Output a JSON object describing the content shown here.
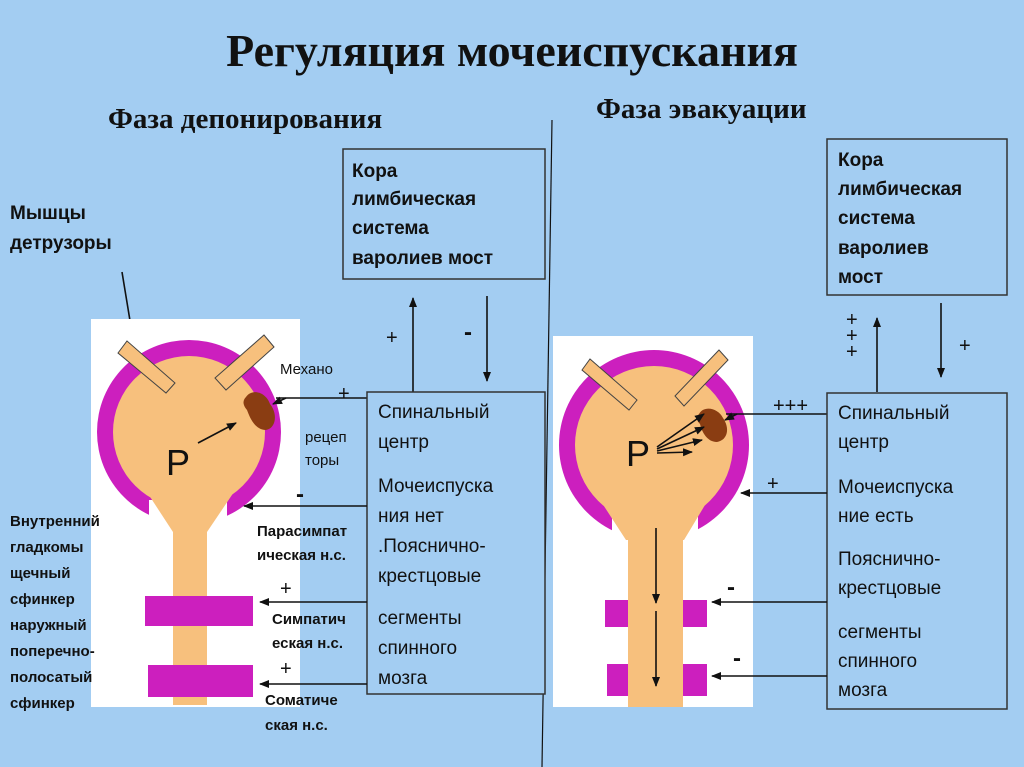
{
  "title": "Регуляция мочеиспускания",
  "left": {
    "phase": "Фаза депонирования",
    "detrusor": [
      "Мышцы",
      "детрузоры"
    ],
    "cortex": [
      "Кора",
      "лимбическая",
      "система",
      "варолиев мост"
    ],
    "up_sign": "+",
    "down_sign": "-",
    "bladder_letter": "Р",
    "mechano": "Механо",
    "mechano_plus": "+",
    "receptors": [
      "рецеп",
      "торы"
    ],
    "minus_para": "-",
    "para": [
      "Парасимпат",
      "ическая н.с."
    ],
    "plus_symp": "+",
    "symp": [
      "Симпатич",
      "еская н.с."
    ],
    "plus_som": "+",
    "som": [
      "Соматиче",
      "ская н.с."
    ],
    "sphincters": [
      "Внутренний",
      "гладкомы",
      "щечный",
      "сфинкер",
      "наружный",
      "поперечно-",
      "полосатый",
      "сфинкер"
    ],
    "spinal": [
      "Спинальный",
      "центр",
      "Мочеиспуска",
      "ния нет",
      ".Пояснично-",
      "крестцовые",
      "сегменты",
      "спинного",
      "мозга"
    ]
  },
  "right": {
    "phase": "Фаза эвакуации",
    "cortex": [
      "Кора",
      "лимбическая",
      "система",
      "варолиев",
      "мост"
    ],
    "up_signs": [
      "+",
      "+",
      "+"
    ],
    "down_sign": "+",
    "bladder_letter": "Р",
    "plus3": "+++",
    "plus1": "+",
    "minus1": "-",
    "minus2": "-",
    "spinal": [
      "Спинальный",
      "центр",
      "Мочеиспуска",
      "ние  есть",
      "Пояснично-",
      "крестцовые",
      "сегменты",
      "спинного",
      "мозга"
    ]
  },
  "colors": {
    "background": "#a3cdf2",
    "bladder": "#f7c07d",
    "wall": "#cc1fbe",
    "receptor": "#8a3d12",
    "panel": "#ffffff"
  }
}
